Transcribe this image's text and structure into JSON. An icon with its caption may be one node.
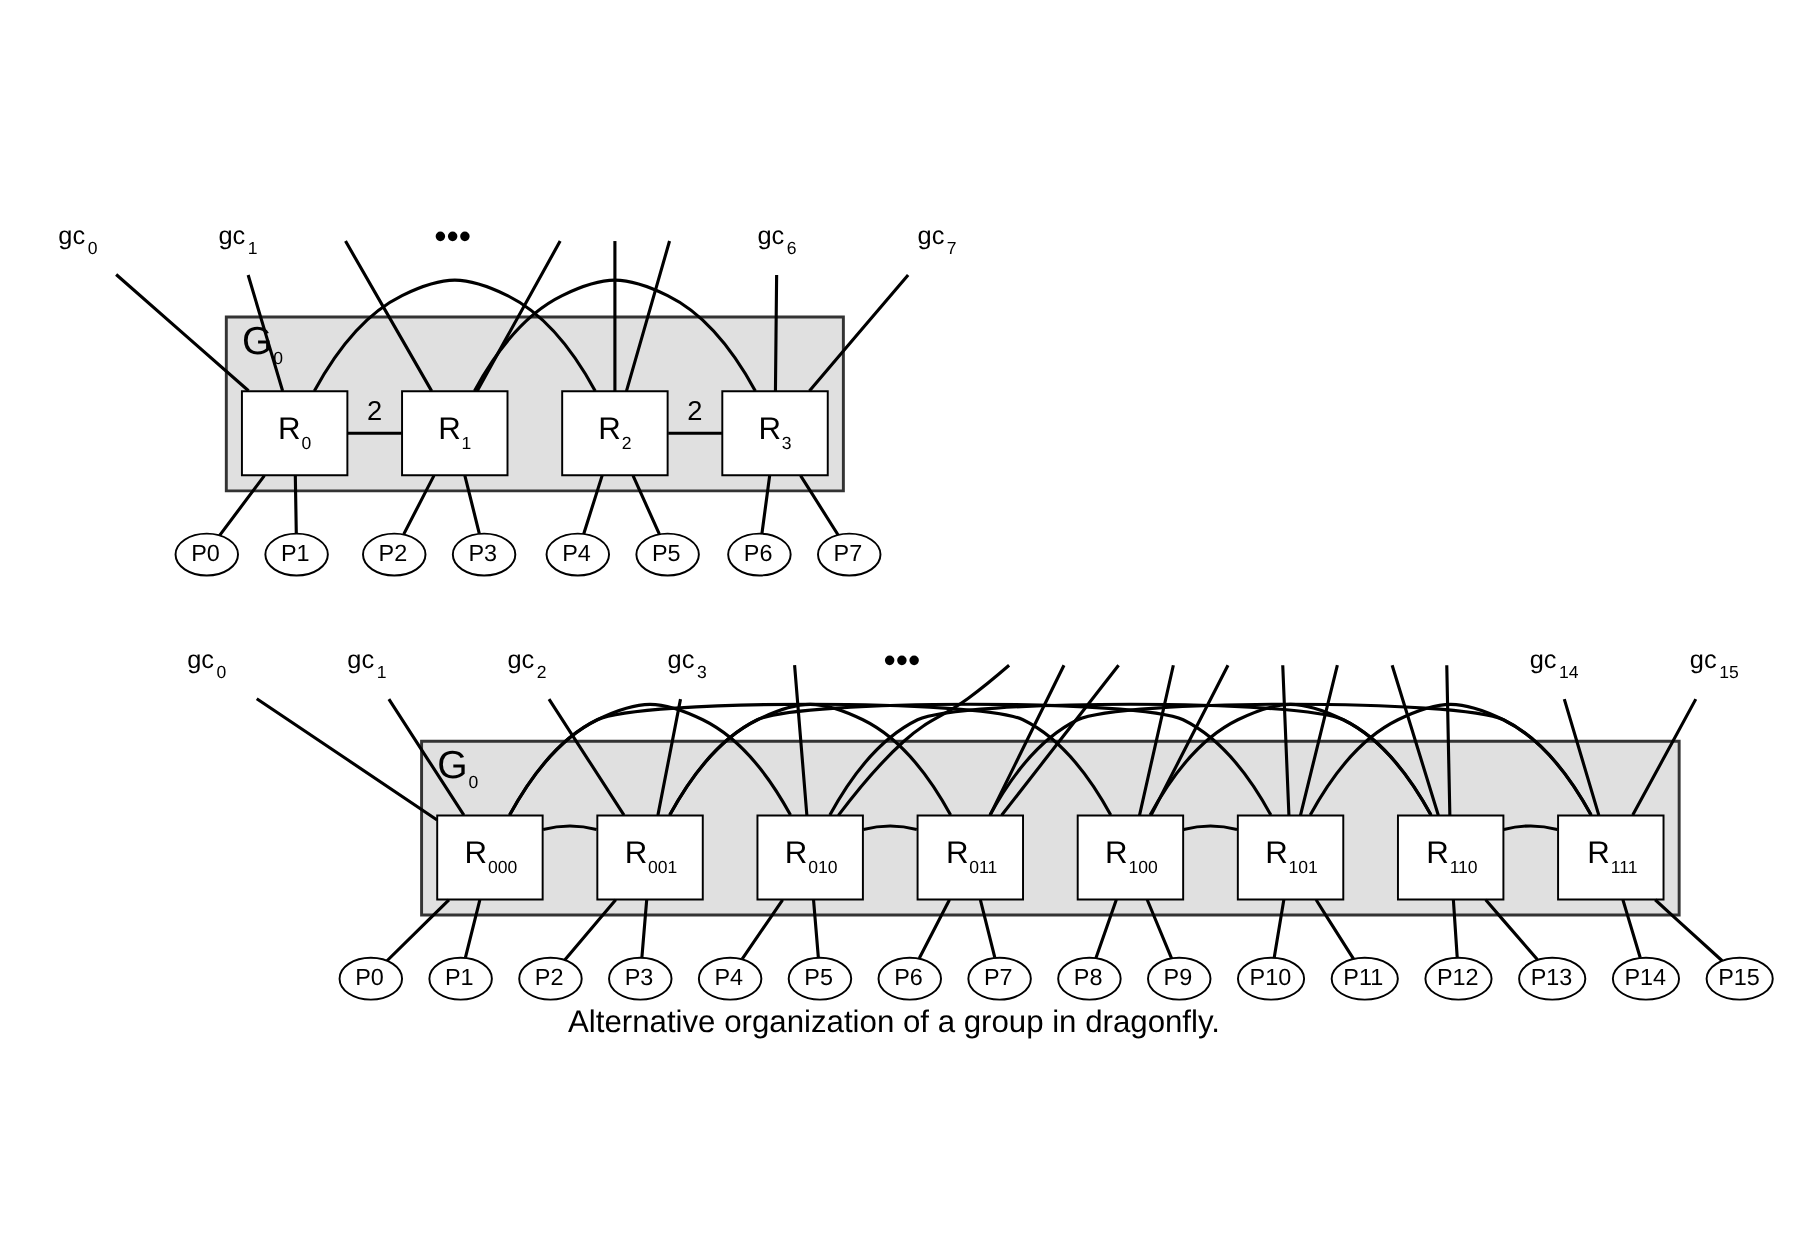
{
  "diagram": {
    "caption": "Alternative organization of a group in dragonfly.",
    "nodes": [
      {
        "text": [
          "G$_{0}$"
        ]
      },
      {
        "text": [
          "R$_{0}$"
        ],
        "in": 0
      },
      {
        "text": [
          "R$_{1}$"
        ],
        "in": 0
      },
      {
        "text": [
          "R$_{2}$"
        ],
        "in": 0
      },
      {
        "text": [
          "R$_{3}$"
        ],
        "in": 0
      },
      {
        "text": [
          "P0"
        ]
      },
      {
        "text": [
          "P1"
        ]
      },
      {
        "text": [
          "P2"
        ]
      },
      {
        "text": [
          "P3"
        ]
      },
      {
        "text": [
          "P4"
        ]
      },
      {
        "text": [
          "P5"
        ]
      },
      {
        "text": [
          "P6"
        ]
      },
      {
        "text": [
          "P7"
        ]
      },
      {
        "text": [
          "gc$_{0}$"
        ]
      },
      {
        "text": [
          "gc$_{1}$"
        ]
      },
      {
        "text": [
          "gc$_{6}$"
        ]
      },
      {
        "text": [
          "gc$_{7}$"
        ]
      },
      {
        "text": [
          "G$_{0}$"
        ]
      },
      {
        "text": [
          "R$_{000}$"
        ],
        "in": 17
      },
      {
        "text": [
          "R$_{001}$"
        ],
        "in": 17
      },
      {
        "text": [
          "R$_{010}$"
        ],
        "in": 17
      },
      {
        "text": [
          "R$_{011}$"
        ],
        "in": 17
      },
      {
        "text": [
          "R$_{100}$"
        ],
        "in": 17
      },
      {
        "text": [
          "R$_{101}$"
        ],
        "in": 17
      },
      {
        "text": [
          "R$_{110}$"
        ],
        "in": 17
      },
      {
        "text": [
          "R$_{111}$"
        ],
        "in": 17
      },
      {
        "text": [
          "P0"
        ]
      },
      {
        "text": [
          "P1"
        ]
      },
      {
        "text": [
          "P2"
        ]
      },
      {
        "text": [
          "P3"
        ]
      },
      {
        "text": [
          "P4"
        ]
      },
      {
        "text": [
          "P5"
        ]
      },
      {
        "text": [
          "P6"
        ]
      },
      {
        "text": [
          "P7"
        ]
      },
      {
        "text": [
          "P8"
        ]
      },
      {
        "text": [
          "P9"
        ]
      },
      {
        "text": [
          "P10"
        ]
      },
      {
        "text": [
          "P11"
        ]
      },
      {
        "text": [
          "P12"
        ]
      },
      {
        "text": [
          "P13"
        ]
      },
      {
        "text": [
          "P14"
        ]
      },
      {
        "text": [
          "P15"
        ]
      },
      {
        "text": [
          "gc$_{0}$"
        ]
      },
      {
        "text": [
          "gc$_{1}$"
        ]
      },
      {
        "text": [
          "gc$_{2}$"
        ]
      },
      {
        "text": [
          "gc$_{3}$"
        ]
      },
      {
        "text": [
          "gc$_{14}$"
        ]
      },
      {
        "text": [
          "gc$_{15}$"
        ]
      }
    ],
    "edges": [
      {
        "from": 1,
        "to": 2,
        "arrow": "none",
        "label": "2"
      },
      {
        "from": 1,
        "to": 3,
        "arrow": "none"
      },
      {
        "from": 2,
        "to": 4,
        "arrow": "none"
      },
      {
        "from": 3,
        "to": 4,
        "arrow": "none",
        "label": "2"
      },
      {
        "from": 13,
        "to": 1,
        "arrow": "none"
      },
      {
        "from": 14,
        "to": 1,
        "arrow": "none"
      },
      {
        "from": null,
        "to": 2,
        "arrow": "none"
      },
      {
        "from": null,
        "to": 2,
        "arrow": "none"
      },
      {
        "from": null,
        "to": 3,
        "arrow": "none"
      },
      {
        "from": null,
        "to": 3,
        "arrow": "none"
      },
      {
        "from": 15,
        "to": 4,
        "arrow": "none"
      },
      {
        "from": 16,
        "to": 4,
        "arrow": "none"
      },
      {
        "from": 1,
        "to": 5,
        "arrow": "none"
      },
      {
        "from": 1,
        "to": 6,
        "arrow": "none"
      },
      {
        "from": 2,
        "to": 7,
        "arrow": "none"
      },
      {
        "from": 2,
        "to": 8,
        "arrow": "none"
      },
      {
        "from": 3,
        "to": 9,
        "arrow": "none"
      },
      {
        "from": 3,
        "to": 10,
        "arrow": "none"
      },
      {
        "from": 4,
        "to": 11,
        "arrow": "none"
      },
      {
        "from": 4,
        "to": 12,
        "arrow": "none"
      },
      {
        "from": 18,
        "to": 19,
        "arrow": "none"
      },
      {
        "from": 18,
        "to": 20,
        "arrow": "none"
      },
      {
        "from": 18,
        "to": 22,
        "arrow": "none"
      },
      {
        "from": 19,
        "to": 21,
        "arrow": "none"
      },
      {
        "from": 19,
        "to": 23,
        "arrow": "none"
      },
      {
        "from": 20,
        "to": 21,
        "arrow": "none"
      },
      {
        "from": 20,
        "to": 24,
        "arrow": "none"
      },
      {
        "from": 21,
        "to": 25,
        "arrow": "none"
      },
      {
        "from": 22,
        "to": 23,
        "arrow": "none"
      },
      {
        "from": 22,
        "to": 24,
        "arrow": "none"
      },
      {
        "from": 23,
        "to": 25,
        "arrow": "none"
      },
      {
        "from": 24,
        "to": 25,
        "arrow": "none"
      },
      {
        "from": 42,
        "to": 18,
        "arrow": "none"
      },
      {
        "from": 43,
        "to": 18,
        "arrow": "none"
      },
      {
        "from": 44,
        "to": 19,
        "arrow": "none"
      },
      {
        "from": 45,
        "to": 19,
        "arrow": "none"
      },
      {
        "from": null,
        "to": 20,
        "arrow": "none"
      },
      {
        "from": null,
        "to": 20,
        "arrow": "none"
      },
      {
        "from": null,
        "to": 21,
        "arrow": "none"
      },
      {
        "from": null,
        "to": 21,
        "arrow": "none"
      },
      {
        "from": null,
        "to": 22,
        "arrow": "none"
      },
      {
        "from": null,
        "to": 22,
        "arrow": "none"
      },
      {
        "from": null,
        "to": 23,
        "arrow": "none"
      },
      {
        "from": null,
        "to": 23,
        "arrow": "none"
      },
      {
        "from": null,
        "to": 24,
        "arrow": "none"
      },
      {
        "from": null,
        "to": 24,
        "arrow": "none"
      },
      {
        "from": 46,
        "to": 25,
        "arrow": "none"
      },
      {
        "from": 47,
        "to": 25,
        "arrow": "none"
      },
      {
        "from": 18,
        "to": 26,
        "arrow": "none"
      },
      {
        "from": 18,
        "to": 27,
        "arrow": "none"
      },
      {
        "from": 19,
        "to": 28,
        "arrow": "none"
      },
      {
        "from": 19,
        "to": 29,
        "arrow": "none"
      },
      {
        "from": 20,
        "to": 30,
        "arrow": "none"
      },
      {
        "from": 20,
        "to": 31,
        "arrow": "none"
      },
      {
        "from": 21,
        "to": 32,
        "arrow": "none"
      },
      {
        "from": 21,
        "to": 33,
        "arrow": "none"
      },
      {
        "from": 22,
        "to": 34,
        "arrow": "none"
      },
      {
        "from": 22,
        "to": 35,
        "arrow": "none"
      },
      {
        "from": 23,
        "to": 36,
        "arrow": "none"
      },
      {
        "from": 23,
        "to": 37,
        "arrow": "none"
      },
      {
        "from": 24,
        "to": 38,
        "arrow": "none"
      },
      {
        "from": 24,
        "to": 39,
        "arrow": "none"
      },
      {
        "from": 25,
        "to": 40,
        "arrow": "none"
      },
      {
        "from": 25,
        "to": 41,
        "arrow": "none"
      }
    ],
    "labels": [
      "•••",
      "•••"
    ]
  }
}
